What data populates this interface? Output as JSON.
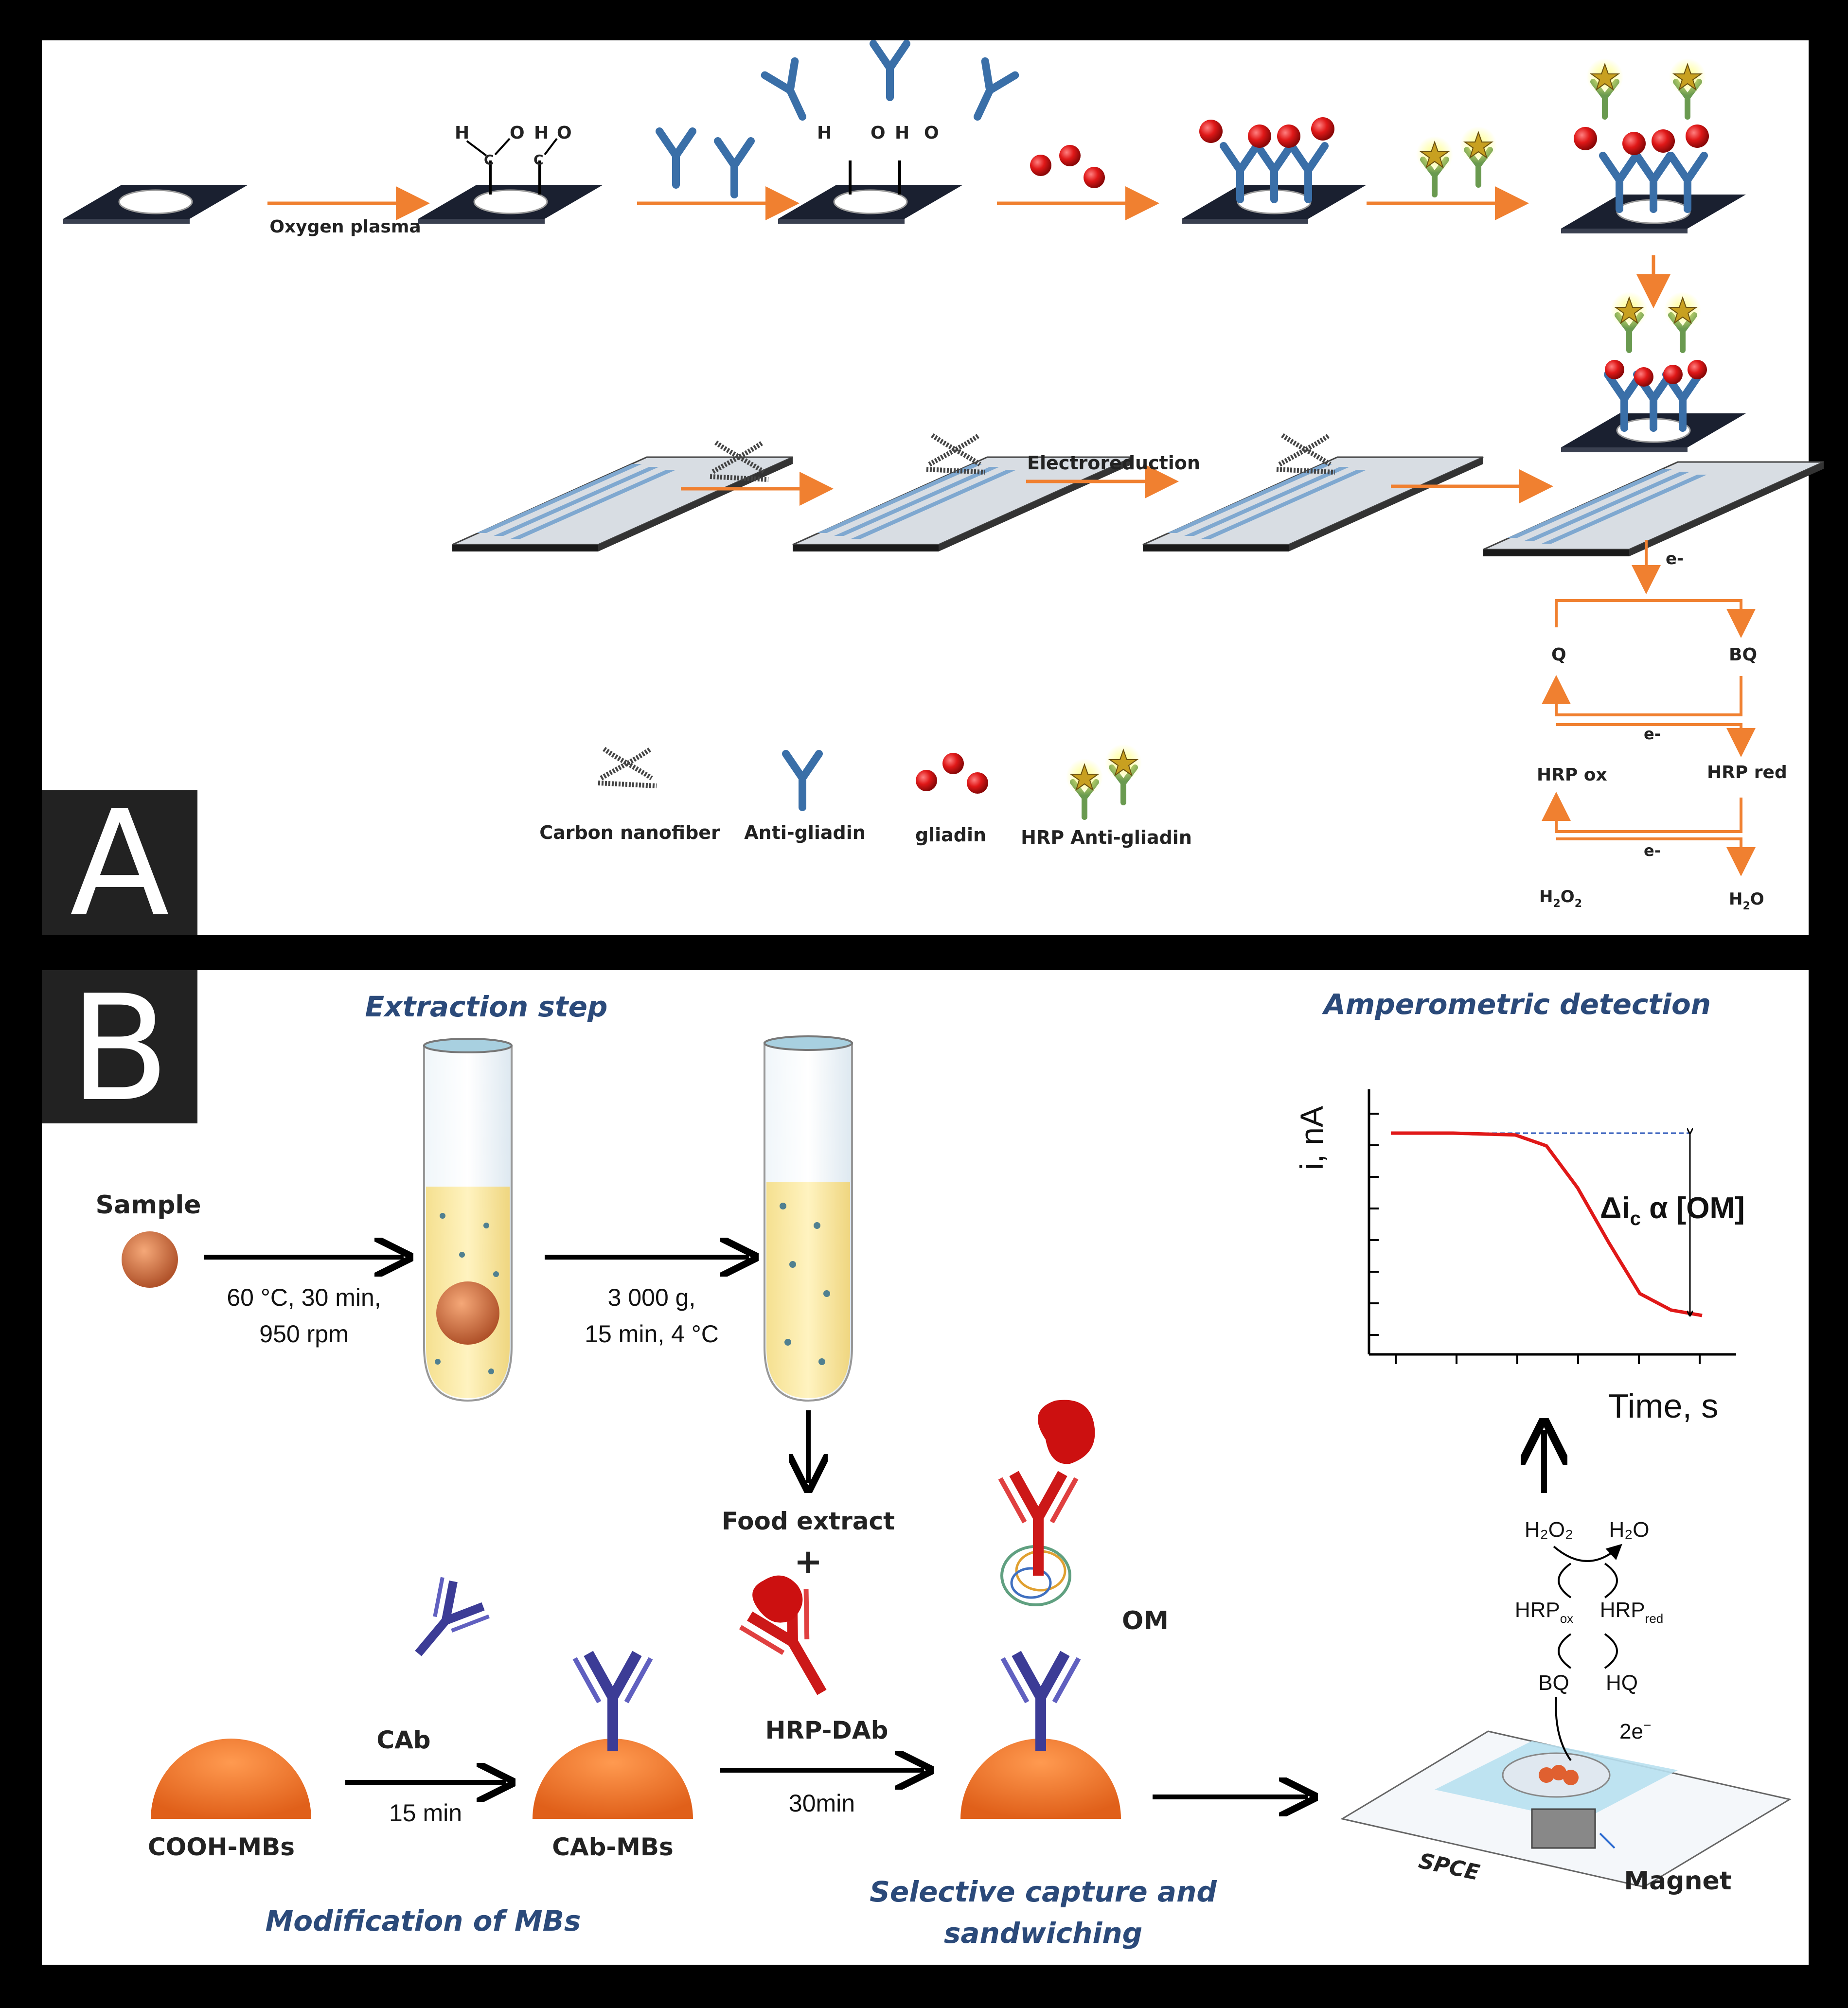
{
  "panel_a": {
    "letter": "A",
    "arrows": {
      "oxygen_plasma": "Oxygen plasma",
      "electroreduction": "Electroreduction",
      "e1": "e-",
      "e2": "e-",
      "e3": "e-"
    },
    "chem": {
      "h": "H",
      "o": "O",
      "c": "C"
    },
    "legend": {
      "carbon_nanofiber": "Carbon nanofiber",
      "anti_gliadin": "Anti-gliadin",
      "gliadin": "gliadin",
      "hrp_anti_gliadin": "HRP Anti-gliadin"
    },
    "cycle": {
      "q": "Q",
      "bq": "BQ",
      "hrp_ox": "HRP ox",
      "hrp_red": "HRP red",
      "h2o2_main": "H",
      "h2o2_sub1": "2",
      "h2o2_mid": "O",
      "h2o2_sub2": "2",
      "h2o_main": "H",
      "h2o_sub": "2",
      "h2o_end": "O"
    }
  },
  "panel_b": {
    "letter": "B",
    "titles": {
      "extraction": "Extraction step",
      "amperometric": "Amperometric detection",
      "modification": "Modification of MBs",
      "capture_1": "Selective capture and",
      "capture_2": "sandwiching"
    },
    "labels": {
      "sample": "Sample",
      "cond1_l1": "60 °C, 30 min,",
      "cond1_l2": "950 rpm",
      "cond2_l1": "3 000 g,",
      "cond2_l2": "15 min, 4 °C",
      "food_extract": "Food extract",
      "plus": "+",
      "hrp_dab": "HRP-DAb",
      "time_30": "30min",
      "om": "OM",
      "cab": "CAb",
      "time_15": "15 min",
      "cooh_mbs": "COOH-MBs",
      "cab_mbs": "CAb-MBs",
      "spce": "SPCE",
      "magnet": "Magnet",
      "two_e": "2e",
      "sup_minus": "−"
    },
    "cycle": {
      "h2o2": "H₂O₂",
      "h2o": "H₂O",
      "hrp": "HRP",
      "ox": "ox",
      "red": "red",
      "bq": "BQ",
      "hq": "HQ"
    },
    "chart": {
      "ylabel": "i, nA",
      "xlabel": "Time, s",
      "annotation_main": "Δi",
      "annotation_sub": "c",
      "annotation_end": " α [OM]"
    }
  },
  "chart_data": {
    "type": "line",
    "title": "",
    "xlabel": "Time, s",
    "ylabel": "i, nA",
    "series": [
      {
        "x": [
          0,
          1,
          2,
          2.5,
          3,
          3.5,
          4,
          4.5,
          5
        ],
        "y": [
          1.0,
          1.0,
          0.99,
          0.93,
          0.7,
          0.4,
          0.12,
          0.03,
          0.0
        ]
      }
    ],
    "baseline": 1.0,
    "annotation": "Δic α [OM]",
    "grid": false,
    "colors": {
      "curve": "#e01818",
      "baseline": "#2a55b8"
    }
  }
}
